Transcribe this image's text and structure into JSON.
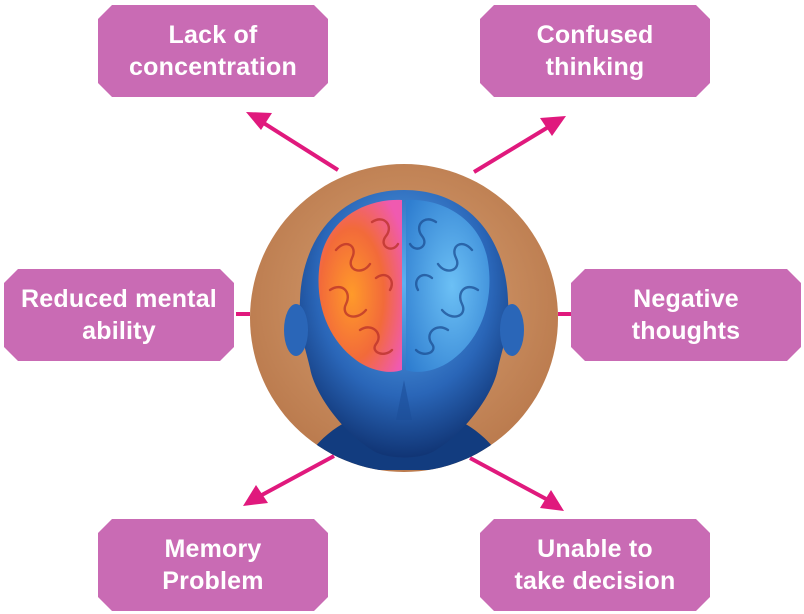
{
  "boxes": {
    "top_left": {
      "line1": "Lack of",
      "line2": "concentration"
    },
    "top_right": {
      "line1": "Confused",
      "line2": "thinking"
    },
    "middle_left": {
      "line1": "Reduced mental",
      "line2": "ability"
    },
    "middle_right": {
      "line1": "Negative",
      "line2": "thoughts"
    },
    "bottom_left": {
      "line1": "Memory",
      "line2": "Problem"
    },
    "bottom_right": {
      "line1": "Unable to",
      "line2": "take decision"
    }
  },
  "colors": {
    "box_fill": "#c96bb4",
    "box_text": "#ffffff",
    "arrow": "#e0197d",
    "circle_background": "#c9895a",
    "brain_left_hemisphere": "#f27a2a",
    "brain_right_hemisphere": "#3f8fd6",
    "head": "#2a66b8"
  },
  "central_image": "human-head-brain-icon"
}
